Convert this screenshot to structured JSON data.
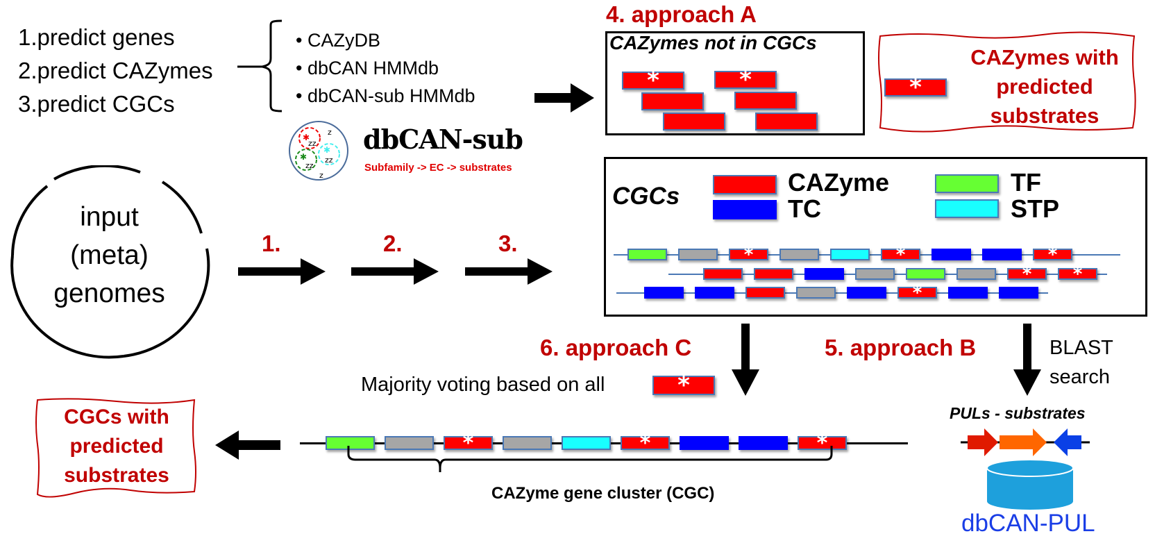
{
  "steps": {
    "items": [
      "1.predict genes",
      "2.predict CAZymes",
      "3.predict CGCs"
    ]
  },
  "databases": {
    "items": [
      "CAZyDB",
      "dbCAN HMMdb",
      "dbCAN-sub HMMdb"
    ],
    "bullet": "•"
  },
  "dbcan_sub_logo": {
    "title": "dbCAN-sub",
    "subtitle": "Subfamily -> EC -> substrates"
  },
  "input": {
    "lines": [
      "input",
      "(meta)",
      "genomes"
    ]
  },
  "flow_arrows": {
    "labels": [
      "1.",
      "2.",
      "3."
    ]
  },
  "approach_a": {
    "heading": "4. approach A",
    "box_title": "CAZymes not in CGCs",
    "marker": "*"
  },
  "cazymes_result": {
    "lines": [
      "CAZymes with",
      "predicted",
      "substrates"
    ],
    "marker": "*"
  },
  "cgc_box": {
    "title": "CGCs",
    "legend": [
      {
        "label": "CAZyme",
        "color": "#ff0000"
      },
      {
        "label": "TC",
        "color": "#0000ff"
      },
      {
        "label": "TF",
        "color": "#66ff33"
      },
      {
        "label": "STP",
        "color": "#19ffff"
      }
    ],
    "rows": [
      [
        "TF",
        "other",
        "CAZyme*",
        "other",
        "STP",
        "CAZyme*",
        "TC",
        "TC",
        "CAZyme*"
      ],
      [
        "CAZyme",
        "CAZyme",
        "TC",
        "other",
        "TF",
        "other",
        "CAZyme*",
        "CAZyme*"
      ],
      [
        "TC",
        "TC",
        "CAZyme",
        "other",
        "TC",
        "CAZyme*",
        "TC",
        "TC"
      ]
    ]
  },
  "approach_c": {
    "heading": "6. approach C",
    "caption": "Majority voting based on all",
    "marker": "*"
  },
  "approach_b": {
    "heading": "5. approach B",
    "caption_lines": [
      "BLAST",
      "search"
    ]
  },
  "pul": {
    "title": "PULs - substrates",
    "db_label": "dbCAN-PUL"
  },
  "cgc_example": {
    "genes": [
      "TF",
      "other",
      "CAZyme*",
      "other",
      "STP",
      "CAZyme*",
      "TC",
      "TC",
      "CAZyme*"
    ],
    "brace_label": "CAZyme gene cluster (CGC)"
  },
  "cgc_result": {
    "lines": [
      "CGCs with",
      "predicted",
      "substrates"
    ]
  },
  "colors": {
    "accent_red": "#c00000",
    "cazyme": "#ff0000",
    "tc": "#0000ff",
    "tf": "#66ff33",
    "stp": "#19ffff",
    "other": "#a6a6a6",
    "pul_db": "#1ea0dc",
    "pul_label": "#1a3ee6"
  }
}
